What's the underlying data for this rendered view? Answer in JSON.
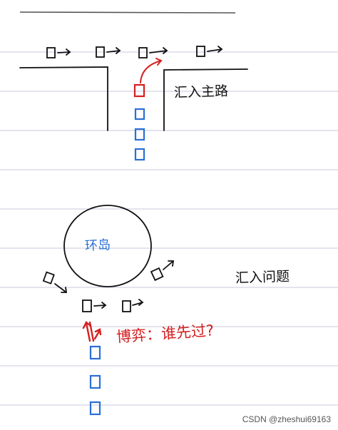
{
  "labels": {
    "merge_main": "汇入主路",
    "roundabout": "环岛",
    "merge_problem": "汇入问题",
    "game": "博弈：谁先过?"
  },
  "watermark": "CSDN @zheshui69163",
  "colors": {
    "ink": "#111111",
    "rule_line": "#d3d3e3",
    "top_rule": "#555555",
    "red": "#d42020",
    "blue": "#2a6fd6"
  }
}
